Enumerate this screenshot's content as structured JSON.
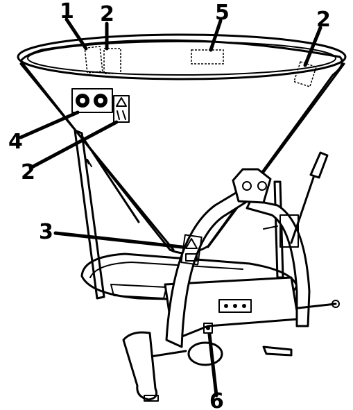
{
  "callouts": [
    {
      "id": "c1",
      "label": "1"
    },
    {
      "id": "c2a",
      "label": "2"
    },
    {
      "id": "c5",
      "label": "5"
    },
    {
      "id": "c2b",
      "label": "2"
    },
    {
      "id": "c4",
      "label": "4"
    },
    {
      "id": "c2c",
      "label": "2"
    },
    {
      "id": "c3",
      "label": "3"
    },
    {
      "id": "c6",
      "label": "6"
    }
  ]
}
